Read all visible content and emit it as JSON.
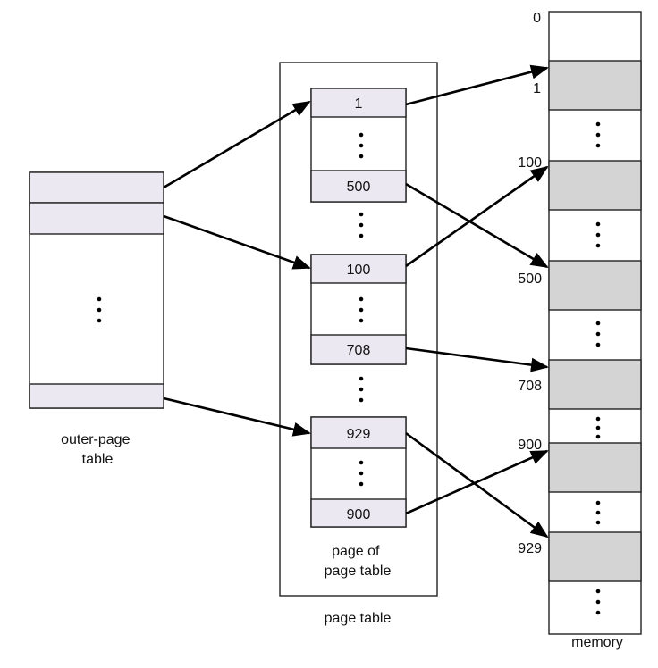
{
  "labels": {
    "outer_page_table": [
      "outer-page",
      "table"
    ],
    "page_of_page_table": [
      "page of",
      "page table"
    ],
    "page_table": "page table",
    "memory": "memory"
  },
  "page_entries": {
    "p1_top": "1",
    "p1_bottom": "500",
    "p2_top": "100",
    "p2_bottom": "708",
    "p3_top": "929",
    "p3_bottom": "900"
  },
  "memory_addresses": {
    "a0": "0",
    "a1": "1",
    "a100": "100",
    "a500": "500",
    "a708": "708",
    "a900": "900",
    "a929": "929"
  },
  "colors": {
    "entry_fill": "#ece8f1",
    "memory_frame_fill": "#d4d4d4",
    "line": "#000000"
  }
}
